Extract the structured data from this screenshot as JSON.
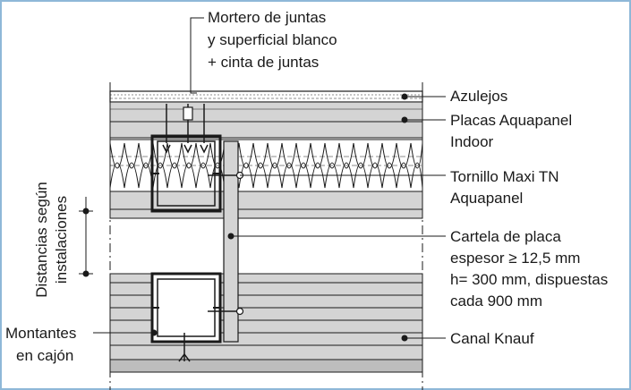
{
  "labels": {
    "mortero": [
      "Mortero de juntas",
      "y superficial blanco",
      "+ cinta de juntas"
    ],
    "azulejos": "Azulejos",
    "placas": [
      "Placas Aquapanel",
      "Indoor"
    ],
    "tornillo": [
      "Tornillo Maxi TN",
      "Aquapanel"
    ],
    "cartela": [
      "Cartela de placa",
      "espesor ≥ 12,5 mm",
      "h= 300 mm, dispuestas",
      "cada 900 mm"
    ],
    "canal": "Canal Knauf",
    "montantes": [
      "Montantes",
      "en cajón"
    ],
    "distancias": [
      "Distancias según",
      "instalaciones"
    ]
  },
  "colors": {
    "border": "#8fb8d8",
    "board": "#d4d4d4",
    "board_dark": "#bdbdbd",
    "line": "#1a1a1a",
    "insulation_fill": "#ffffff"
  }
}
